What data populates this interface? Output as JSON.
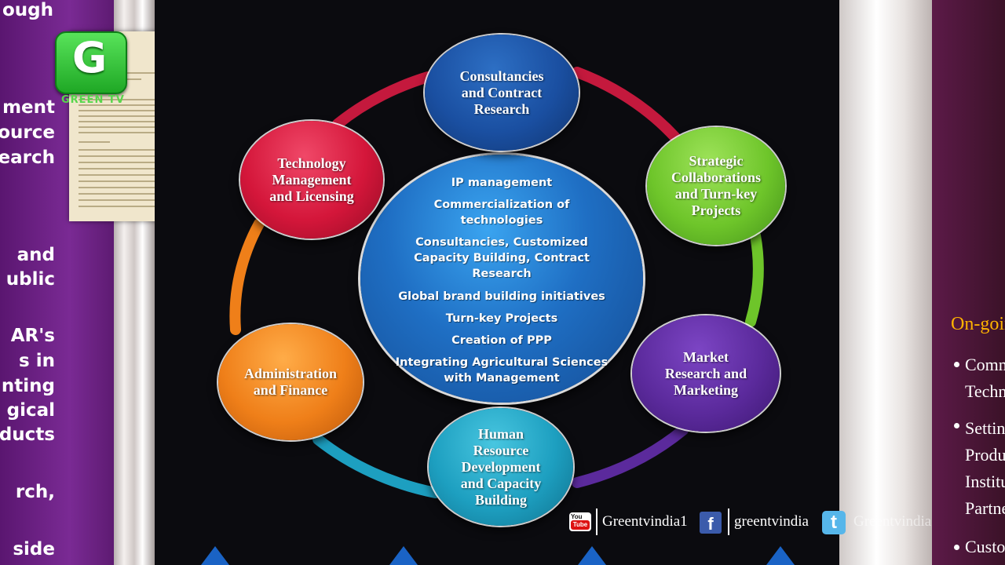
{
  "colors": {
    "consultancies": "#1a4fa1",
    "strategic": "#6ec52a",
    "market": "#5b2a9c",
    "human": "#1d9fc0",
    "admin": "#ef7f19",
    "technology": "#d4163a",
    "center": "#1f6fc4"
  },
  "logo": {
    "text": "GREEN TV",
    "letter": "G"
  },
  "left_poster": {
    "lines": [
      "ough",
      "ment",
      "ource",
      "earch",
      "and",
      "ublic",
      "AR's",
      "s in",
      "nting",
      "gical",
      "ducts",
      "rch,",
      "side"
    ]
  },
  "diagram": {
    "center_items": [
      "IP management",
      "Commercialization of\ntechnologies",
      "Consultancies, Customized\nCapacity Building, Contract\nResearch",
      "Global brand building initiatives",
      "Turn-key Projects",
      "Creation of PPP",
      "Integrating Agricultural Sciences\nwith Management"
    ],
    "nodes": {
      "consultancies": "Consultancies\nand Contract\nResearch",
      "strategic": "Strategic\nCollaborations\nand Turn-key\nProjects",
      "market": "Market\nResearch and\nMarketing",
      "human": "Human\nResource\nDevelopment\nand Capacity\nBuilding",
      "admin": "Administration\nand Finance",
      "technology": "Technology\nManagement\nand Licensing"
    }
  },
  "right_poster": {
    "heading": "On-going A",
    "lines": [
      "Commerc",
      "Technolo",
      "Setting",
      "Producti",
      "Institute",
      "Partners",
      "Custom"
    ]
  },
  "social": {
    "youtube_icon_top": "You",
    "youtube_icon_bottom": "Tube",
    "youtube": "Greentvindia1",
    "facebook": "greentvindia",
    "twitter": "Greentvindia",
    "fb_glyph": "f",
    "tw_glyph": "t"
  }
}
